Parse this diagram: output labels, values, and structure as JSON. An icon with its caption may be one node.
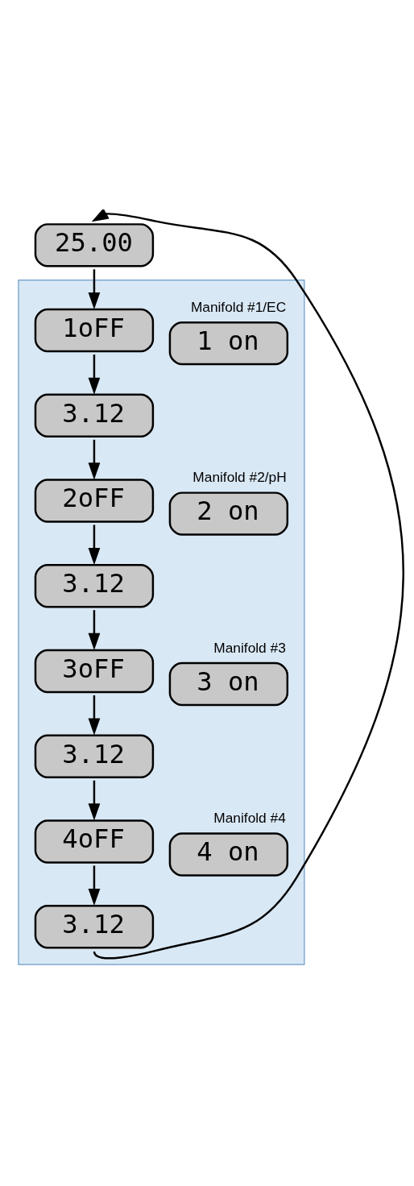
{
  "diagram": {
    "nodes": [
      {
        "text": [
          "25.00"
        ]
      },
      {
        "text": [],
        "shape": "box"
      },
      {
        "text": [
          "1oFF"
        ],
        "in": 1
      },
      {
        "text": [
          "1 on"
        ],
        "in": 1,
        "beside": [
          "Manifold #1/EC"
        ]
      },
      {
        "text": [
          "3.12"
        ],
        "in": 1
      },
      {
        "text": [
          "2oFF"
        ],
        "in": 1
      },
      {
        "text": [
          "2 on"
        ],
        "in": 1,
        "beside": [
          "Manifold #2/pH"
        ]
      },
      {
        "text": [
          "3.12"
        ],
        "in": 1
      },
      {
        "text": [
          "3oFF"
        ],
        "in": 1
      },
      {
        "text": [
          "3 on"
        ],
        "in": 1,
        "beside": [
          "Manifold #3"
        ]
      },
      {
        "text": [
          "3.12"
        ],
        "in": 1
      },
      {
        "text": [
          "4oFF"
        ],
        "in": 1
      },
      {
        "text": [
          "4 on"
        ],
        "in": 1,
        "beside": [
          "Manifold #4"
        ]
      },
      {
        "text": [
          "3.12"
        ],
        "in": 1
      }
    ],
    "edges": [
      {
        "from": 0,
        "to": 2,
        "arrow": "to"
      },
      {
        "from": 2,
        "to": 4,
        "arrow": "to"
      },
      {
        "from": 4,
        "to": 5,
        "arrow": "to"
      },
      {
        "from": 5,
        "to": 7,
        "arrow": "to"
      },
      {
        "from": 7,
        "to": 8,
        "arrow": "to"
      },
      {
        "from": 8,
        "to": 10,
        "arrow": "to"
      },
      {
        "from": 10,
        "to": 11,
        "arrow": "to"
      },
      {
        "from": 11,
        "to": 13,
        "arrow": "to"
      },
      {
        "from": 13,
        "to": 0,
        "arrow": "to"
      }
    ]
  }
}
